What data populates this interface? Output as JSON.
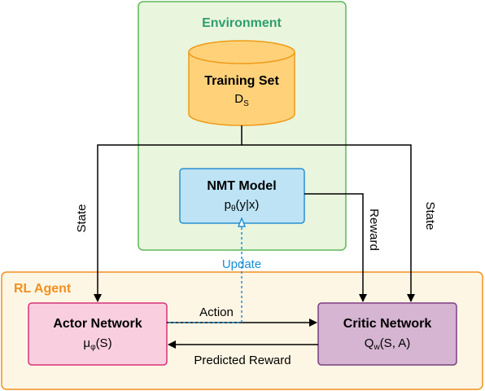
{
  "environment": {
    "title": "Environment",
    "color": "#2e9e6e"
  },
  "rl_agent": {
    "title": "RL Agent",
    "color": "#f0901e"
  },
  "training_set": {
    "title": "Training Set",
    "symbol": "D",
    "subscript": "S"
  },
  "nmt_model": {
    "title": "NMT Model",
    "pre": "p",
    "subscript": "θ",
    "post": "(y|x)"
  },
  "actor": {
    "title": "Actor Network",
    "pre": "μ",
    "subscript": "φ",
    "post": "(S)"
  },
  "critic": {
    "title": "Critic Network",
    "pre": "Q",
    "subscript": "w",
    "post": "(S, A)"
  },
  "edges": {
    "state_left": "State",
    "state_right": "State",
    "reward": "Reward",
    "update": "Update",
    "action": "Action",
    "predicted_reward": "Predicted Reward"
  },
  "colors": {
    "update_line": "#1a8fd6",
    "cylinder_fill": "#ffd27a",
    "nmt_fill": "#bde3f5",
    "actor_fill": "#f9cfe0",
    "critic_fill": "#d5b5d2"
  }
}
